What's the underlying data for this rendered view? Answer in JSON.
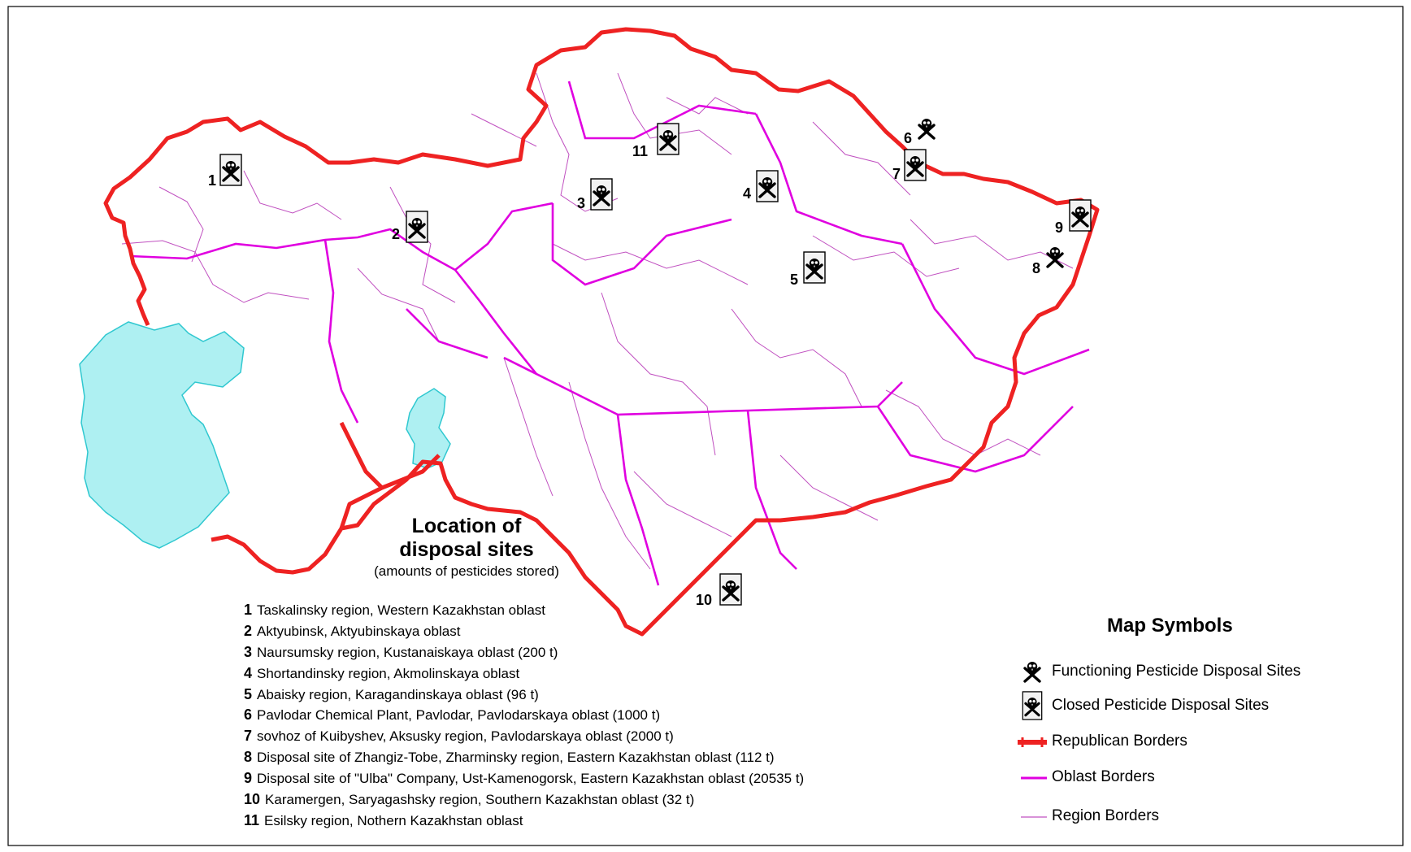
{
  "map": {
    "title_line1": "Location of",
    "title_line2": "disposal sites",
    "subtitle": "(amounts of pesticides stored)"
  },
  "sites": [
    {
      "num": "1",
      "desc": "Taskalinsky region, Western Kazakhstan oblast",
      "status": "closed"
    },
    {
      "num": "2",
      "desc": "Aktyubinsk, Aktyubinskaya oblast",
      "status": "closed"
    },
    {
      "num": "3",
      "desc": "Naursumsky region, Kustanaiskaya oblast (200 t)",
      "status": "closed"
    },
    {
      "num": "4",
      "desc": "Shortandinsky region, Akmolinskaya oblast",
      "status": "closed"
    },
    {
      "num": "5",
      "desc": "Abaisky region, Karagandinskaya oblast (96 t)",
      "status": "closed"
    },
    {
      "num": "6",
      "desc": "Pavlodar Chemical Plant, Pavlodar, Pavlodarskaya oblast (1000 t)",
      "status": "functioning"
    },
    {
      "num": "7",
      "desc": "sovhoz of Kuibyshev, Aksusky region, Pavlodarskaya oblast (2000 t)",
      "status": "closed"
    },
    {
      "num": "8",
      "desc": "Disposal  site of Zhangiz-Tobe, Zharminsky region, Eastern Kazakhstan oblast (112 t)",
      "status": "functioning"
    },
    {
      "num": "9",
      "desc": "Disposal  site of \"Ulba\" Company, Ust-Kamenogorsk, Eastern Kazakhstan oblast (20535 t)",
      "status": "closed"
    },
    {
      "num": "10",
      "desc": "Karamergen, Saryagashsky region, Southern Kazakhstan oblast (32 t)",
      "status": "closed"
    },
    {
      "num": "11",
      "desc": "Esilsky region, Nothern Kazakhstan oblast",
      "status": "closed"
    }
  ],
  "legend": {
    "title": "Map Symbols",
    "functioning": "Functioning Pesticide Disposal Sites",
    "closed": "Closed Pesticide Disposal  Sites",
    "republican": "Republican Borders",
    "oblast": "Oblast Borders",
    "region": "Region Borders"
  },
  "colors": {
    "republican_border": "#ee2222",
    "oblast_border": "#e000e0",
    "region_border": "#c050c0",
    "water": "#aef0f2",
    "water_outline": "#30c8d0"
  },
  "icons": {
    "functioning_site": "skull-crossbones-icon",
    "closed_site": "boxed-skull-crossbones-icon"
  }
}
